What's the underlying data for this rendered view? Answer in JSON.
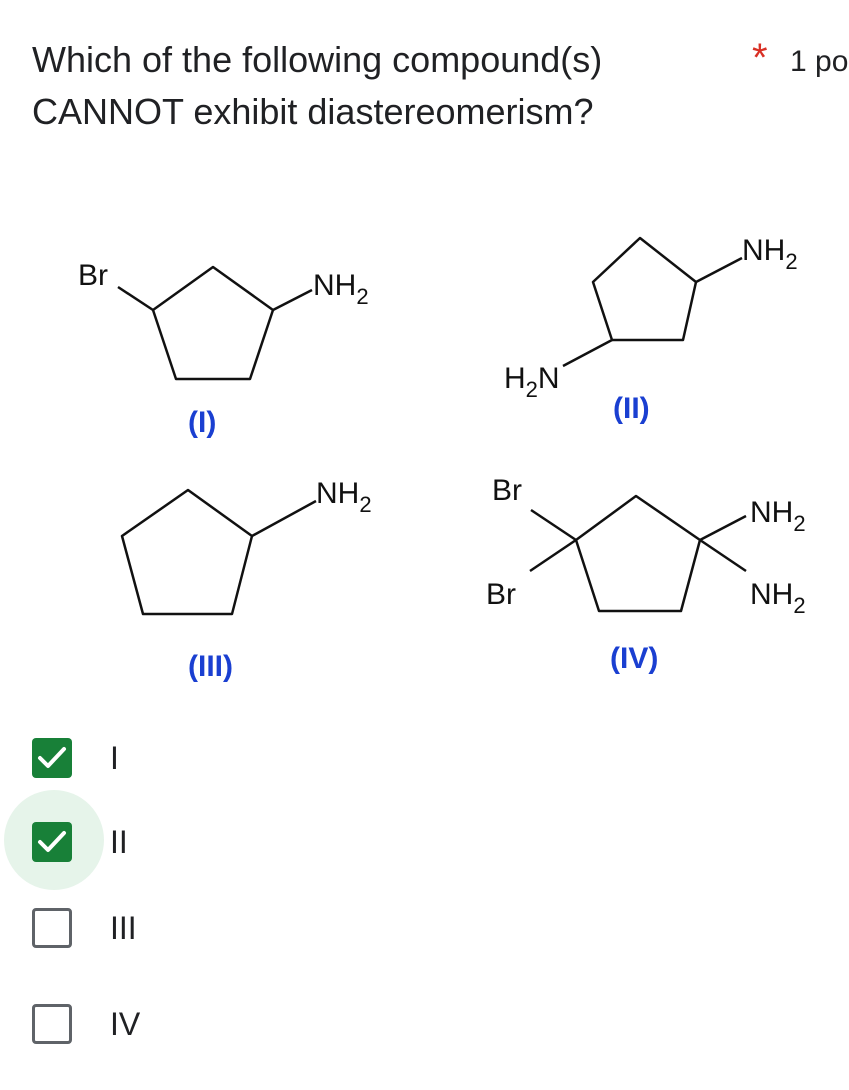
{
  "question": {
    "text": "Which of the following compound(s) CANNOT exhibit diastereomerism?",
    "required_mark": "*",
    "points": "1 po"
  },
  "figure": {
    "labels": [
      "(I)",
      "(II)",
      "(III)",
      "(IV)"
    ],
    "substituents": {
      "I": [
        "Br",
        "NH2"
      ],
      "II": [
        "NH2",
        "H2N"
      ],
      "III": [
        "NH2"
      ],
      "IV": [
        "Br",
        "Br",
        "NH2",
        "NH2"
      ]
    }
  },
  "options": [
    {
      "label": "I",
      "checked": true,
      "focused": false
    },
    {
      "label": "II",
      "checked": true,
      "focused": true
    },
    {
      "label": "III",
      "checked": false,
      "focused": false
    },
    {
      "label": "IV",
      "checked": false,
      "focused": false
    }
  ],
  "colors": {
    "accent_green": "#188038",
    "focus_halo": "#e6f4ea",
    "required_red": "#d93025",
    "label_blue": "#1a3fd1",
    "unchecked_border": "#5f6368"
  }
}
